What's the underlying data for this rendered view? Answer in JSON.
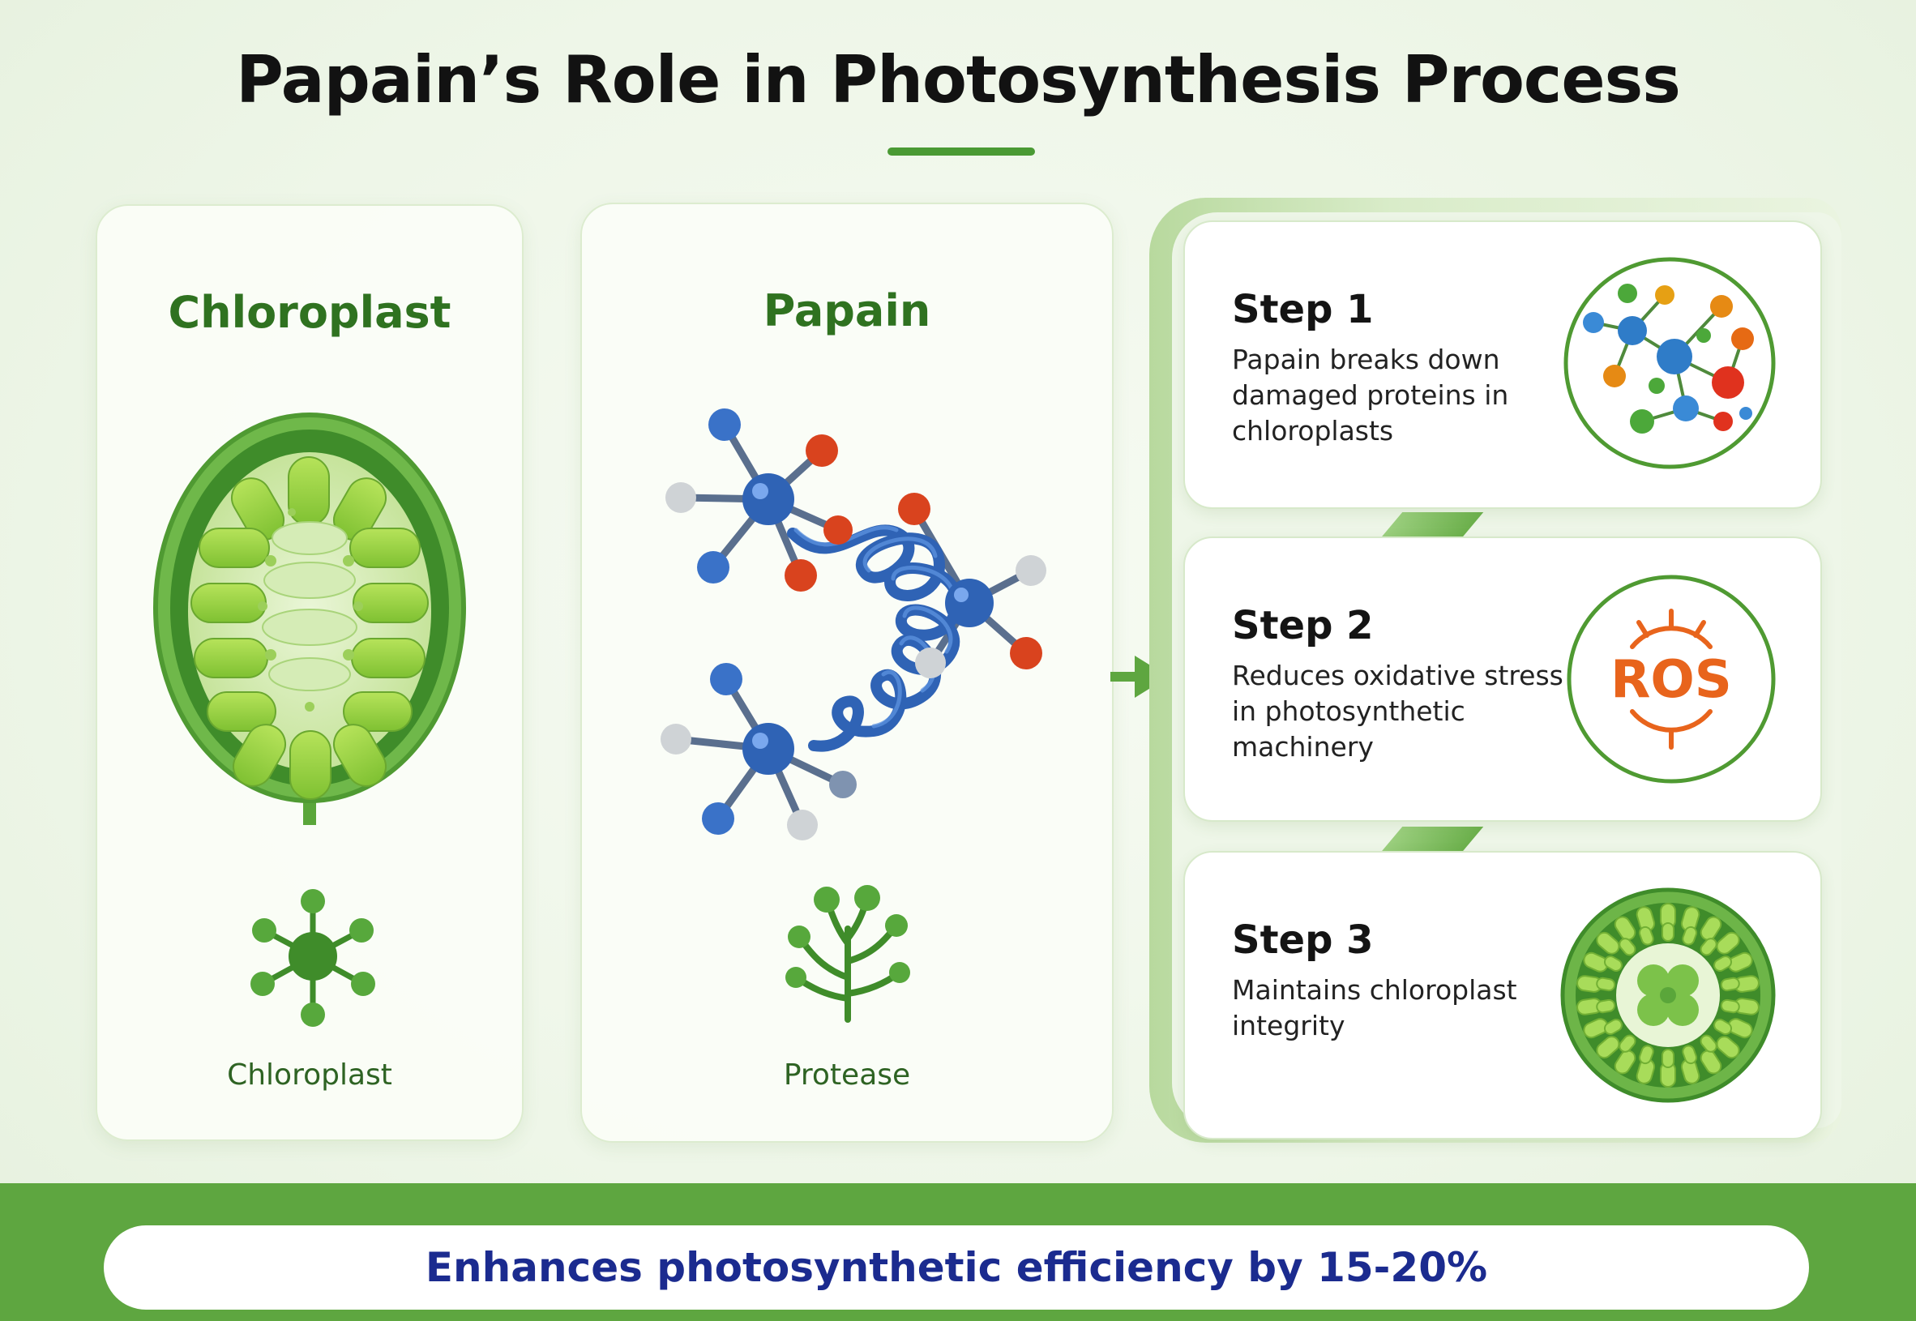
{
  "title": "Papain’s Role in Photosynthesis Process",
  "colors": {
    "primary_green": "#4a9a34",
    "footer_text": "#1b2b8f",
    "ros_orange": "#e8641c"
  },
  "panels": [
    {
      "heading": "Chloroplast",
      "caption": "Chloroplast",
      "main_icon": "chloroplast-illustration",
      "small_icon": "molecule-network-icon"
    },
    {
      "heading": "Papain",
      "caption": "Protease",
      "main_icon": "papain-protein-helix",
      "small_icon": "plant-sprout-icon"
    }
  ],
  "steps": [
    {
      "title": "Step 1",
      "description": "Papain breaks down damaged proteins in chloroplasts",
      "icon": "protein-fragments-icon"
    },
    {
      "title": "Step 2",
      "description": "Reduces oxidative stress in photosynthetic machinery",
      "icon": "ros-icon",
      "icon_text": "ROS"
    },
    {
      "title": "Step 3",
      "description": "Maintains chloroplast integrity",
      "icon": "chloroplast-cross-section-icon"
    }
  ],
  "footer": "Enhances photosynthetic efficiency by 15-20%"
}
